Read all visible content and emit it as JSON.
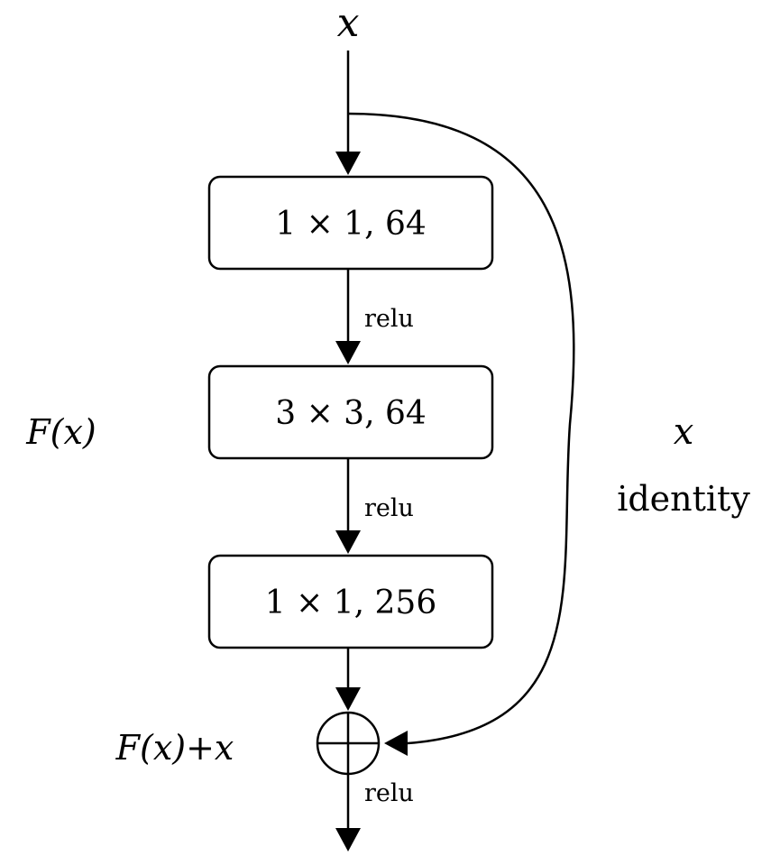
{
  "diagram": {
    "input_label": "x",
    "output_label": "F(x)+x",
    "residual_label": "F(x)",
    "shortcut": {
      "variable": "x",
      "label": "identity"
    },
    "layers": [
      {
        "label": "1 × 1, 64"
      },
      {
        "label": "3 × 3, 64"
      },
      {
        "label": "1 × 1, 256"
      }
    ],
    "activations": [
      "relu",
      "relu",
      "relu"
    ],
    "sum_symbol": "⊕"
  }
}
